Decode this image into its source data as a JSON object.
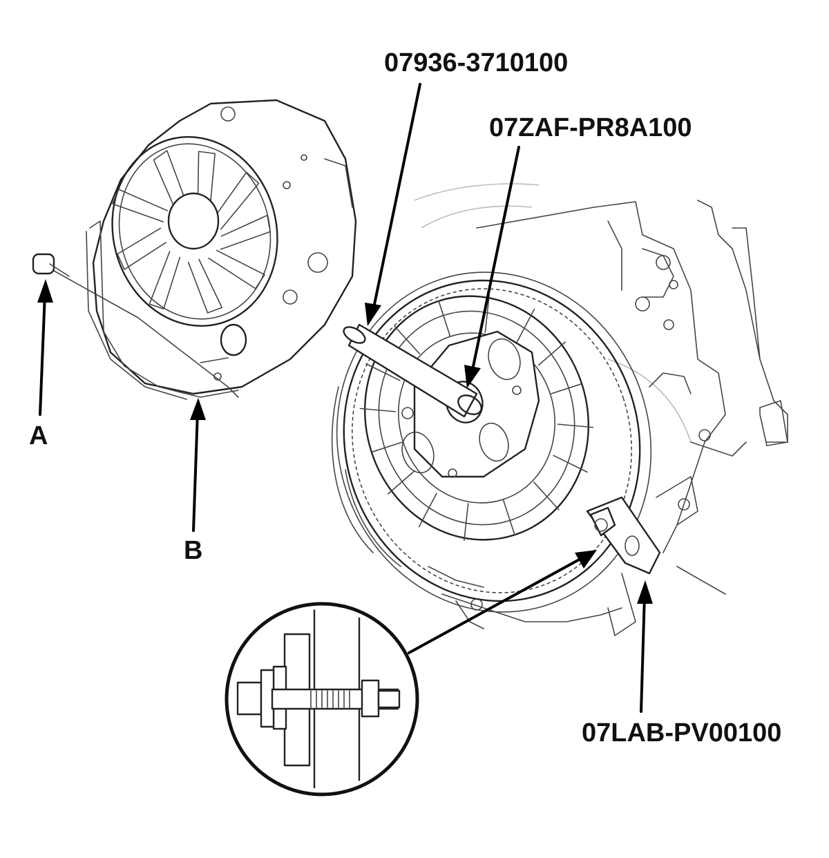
{
  "callouts": {
    "alignment_shaft": "07936-3710100",
    "clutch_alignment_tool": "07ZAF-PR8A100",
    "point_a": "A",
    "point_b": "B",
    "ring_gear_holder": "07LAB-PV00100"
  },
  "colors": {
    "line": "#222222",
    "label": "#111111",
    "background": "#ffffff"
  },
  "icons": {
    "detail_view": "magnifier-circle-icon",
    "arrow": "arrow-icon"
  }
}
